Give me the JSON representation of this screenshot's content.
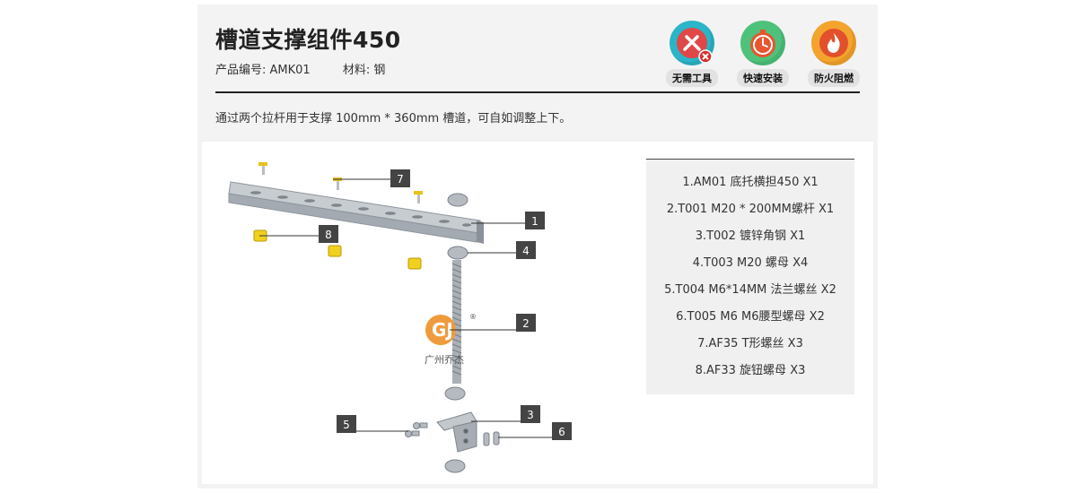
{
  "product": {
    "title": "槽道支撑组件450",
    "code_text": "产品编号: AMK01",
    "material_text": "材料: 钢",
    "description": "通过两个拉杆用于支撑 100mm * 360mm 槽道，可自如调整上下。"
  },
  "badges": [
    {
      "label": "无需工具",
      "icon": "no-tools-icon",
      "color": "#2bb5c8"
    },
    {
      "label": "快速安装",
      "icon": "quick-install-icon",
      "color": "#4ec27a"
    },
    {
      "label": "防火阻燃",
      "icon": "fire-retardant-icon",
      "color": "#f3a42c"
    }
  ],
  "parts": [
    "1.AM01 底托横担450 X1",
    "2.T001 M20 * 200MM螺杆 X1",
    "3.T002 镀锌角钢 X1",
    "4.T003 M20 螺母 X4",
    "5.T004 M6*14MM 法兰螺丝 X2",
    "6.T005 M6 M6腰型螺母 X2",
    "7.AF35 T形螺丝 X3",
    "8.AF33 旋钮螺母 X3"
  ],
  "callouts": [
    "1",
    "2",
    "3",
    "4",
    "5",
    "6",
    "7",
    "8"
  ],
  "logo": {
    "text": "广州乔杰",
    "mark": "®",
    "letters": "GJ"
  }
}
